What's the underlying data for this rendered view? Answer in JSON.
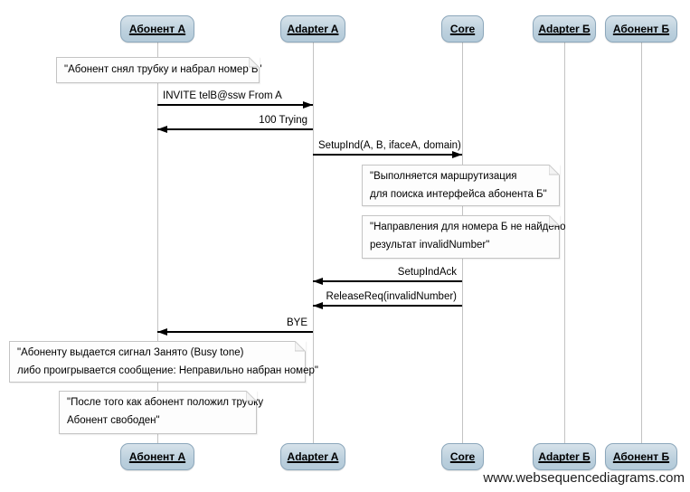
{
  "diagram": {
    "type": "sequence-diagram",
    "watermark": "www.websequencediagrams.com"
  },
  "actors": [
    {
      "label": "Абонент А"
    },
    {
      "label": "Adapter A"
    },
    {
      "label": "Core"
    },
    {
      "label": "Adapter Б"
    },
    {
      "label": "Абонент Б"
    }
  ],
  "messages": [
    {
      "label": "INVITE telB@ssw From A",
      "from": "Абонент А",
      "to": "Adapter A",
      "direction": "right"
    },
    {
      "label": "100 Trying",
      "from": "Adapter A",
      "to": "Абонент А",
      "direction": "left"
    },
    {
      "label": "SetupInd(A, B, ifaceA, domain)",
      "from": "Adapter A",
      "to": "Core",
      "direction": "right"
    },
    {
      "label": "SetupIndAck",
      "from": "Core",
      "to": "Adapter A",
      "direction": "left"
    },
    {
      "label": "ReleaseReq(invalidNumber)",
      "from": "Core",
      "to": "Adapter A",
      "direction": "left"
    },
    {
      "label": "BYE",
      "from": "Adapter A",
      "to": "Абонент А",
      "direction": "left"
    }
  ],
  "notes": [
    {
      "over": "Абонент А",
      "lines": [
        "\"Абонент снял трубку и набрал номер Б\"",
        ""
      ]
    },
    {
      "over": "Core",
      "lines": [
        "\"Выполняется маршрутизация",
        "для поиска интерфейса абонента Б\""
      ]
    },
    {
      "over": "Core",
      "lines": [
        "\"Направления для номера Б не найдено",
        "результат invalidNumber\""
      ]
    },
    {
      "over": "Абонент А",
      "lines": [
        "\"Абоненту выдается сигнал Занято (Busy tone)",
        "либо проигрывается сообщение: Неправильно набран номер\""
      ]
    },
    {
      "over": "Абонент А",
      "lines": [
        "\"После того как абонент положил трубку",
        "Абонент свободен\""
      ]
    }
  ],
  "colors": {
    "actor_fill_top": "#d6e2ea",
    "actor_fill_bottom": "#b3cad9",
    "actor_border": "#8ca7bb",
    "lifeline": "#c3c3c3",
    "message_line": "#000000",
    "note_background": "#fdfdfd",
    "note_border": "#c4c4c4",
    "text": "#000000"
  }
}
